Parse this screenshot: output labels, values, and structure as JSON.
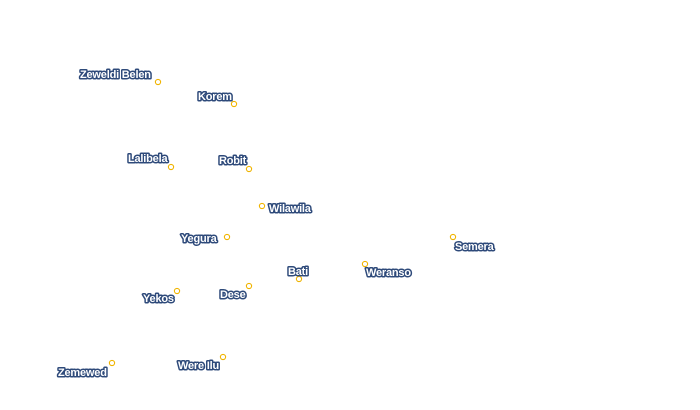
{
  "map": {
    "marker_color": "#f0b400",
    "label_halo_color": "#2e4a7a",
    "label_text_color": "#ffffff",
    "places": [
      {
        "name": "Zeweldi Belen"
      },
      {
        "name": "Korem"
      },
      {
        "name": "Lalibela"
      },
      {
        "name": "Robit"
      },
      {
        "name": "Wilawila"
      },
      {
        "name": "Yegura"
      },
      {
        "name": "Semera"
      },
      {
        "name": "Bati"
      },
      {
        "name": "Weranso"
      },
      {
        "name": "Dese"
      },
      {
        "name": "Yekos"
      },
      {
        "name": "Zemewed"
      },
      {
        "name": "Were Ilu"
      }
    ]
  }
}
